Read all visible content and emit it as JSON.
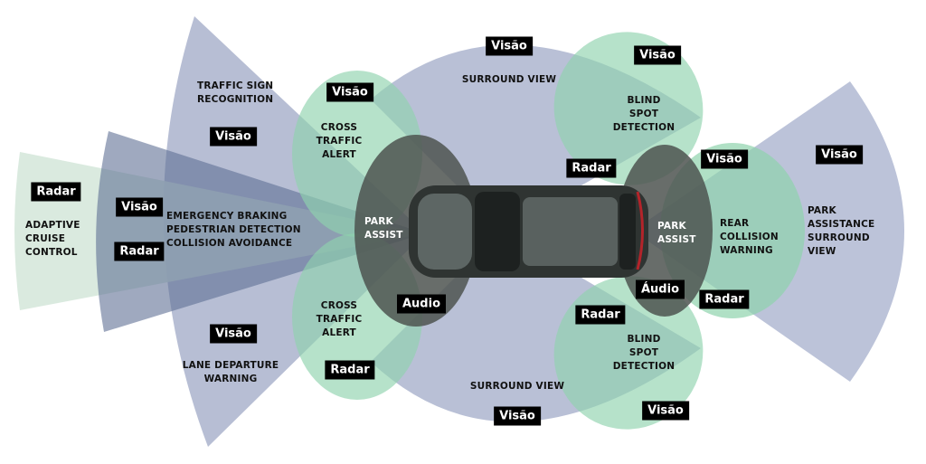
{
  "colors": {
    "sensor_tag_bg": "#000000",
    "vision_zone": "#aab3cd",
    "radar_zone": "#a9d9bd",
    "park_assist_zone": "#555b58",
    "emergency_zone": "#6f7fa0"
  },
  "zones": {
    "adaptive_cruise": {
      "label": "ADAPTIVE\nCRUISE\nCONTROL",
      "sensors": [
        "Radar"
      ]
    },
    "emergency": {
      "label": "EMERGENCY BRAKING\nPEDESTRIAN DETECTION\nCOLLISION AVOIDANCE",
      "sensors": [
        "Visão",
        "Radar"
      ]
    },
    "traffic_sign": {
      "label": "TRAFFIC SIGN\nRECOGNITION",
      "sensors": [
        "Visão"
      ]
    },
    "lane_departure": {
      "label": "LANE DEPARTURE\nWARNING",
      "sensors": [
        "Visão"
      ]
    },
    "cross_traffic_top": {
      "label": "CROSS\nTRAFFIC\nALERT",
      "sensors": [
        "Visão"
      ]
    },
    "cross_traffic_bottom": {
      "label": "CROSS\nTRAFFIC\nALERT",
      "sensors": [
        "Radar"
      ]
    },
    "park_assist_front": {
      "label": "PARK\nASSIST",
      "sensors": [
        "Audio"
      ]
    },
    "surround_top": {
      "label": "SURROUND VIEW",
      "sensors": [
        "Visão"
      ]
    },
    "surround_bottom": {
      "label": "SURROUND VIEW",
      "sensors": [
        "Visão"
      ]
    },
    "blind_spot_top": {
      "label": "BLIND\nSPOT\nDETECTION",
      "sensors": [
        "Visão",
        "Radar"
      ]
    },
    "blind_spot_bottom": {
      "label": "BLIND\nSPOT\nDETECTION",
      "sensors": [
        "Radar",
        "Visão"
      ]
    },
    "park_assist_rear": {
      "label": "PARK\nASSIST",
      "sensors": [
        "Áudio"
      ]
    },
    "rear_collision": {
      "label": "REAR\nCOLLISION\nWARNING",
      "sensors": [
        "Visão",
        "Radar"
      ]
    },
    "park_assistance_surround": {
      "label": "PARK\nASSISTANCE\nSURROUND\nVIEW",
      "sensors": [
        "Visão"
      ]
    }
  }
}
